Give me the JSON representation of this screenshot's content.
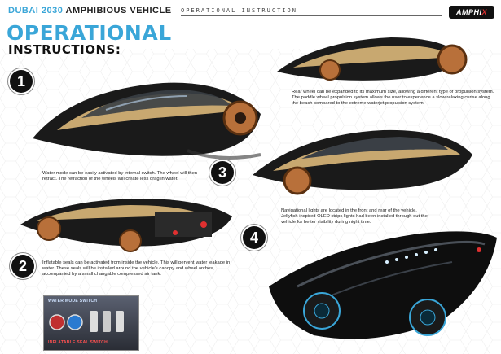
{
  "header": {
    "title_accent": "DUBAI 2030",
    "title_rest": "AMPHIBIOUS VEHICLE",
    "subtitle": "OPERATIONAL INSTRUCTION",
    "logo_main": "AMPHI",
    "logo_x": "X"
  },
  "heading": {
    "line1": "OPERATIONAL",
    "line2": "INSTRUCTIONS:"
  },
  "steps": [
    {
      "number": "1",
      "text": "Water mode can be easily activated by internal switch. The wheel will then retract. The retraction of the wheels will create less drag in water."
    },
    {
      "number": "2",
      "text": "Inflatable seals can be activated from inside the vehicle. This will pervent water leakage in water. These seals will be installed around the vehicle's canopy and wheel arches, accompanied by a small changable compressed air tank."
    },
    {
      "number": "3",
      "text": "Rear wheel can be expanded to its maximum size, allowing a different type of propulsion system. The paddle wheel propulsion system allows the user to experience a slow relaxing curise along the beach compared to the extreme waterjet propulsion system."
    },
    {
      "number": "4",
      "text": "Navigational lights are located in the front and rear of the vehicle. Jellyfish inspired OLED strips lights had been installed through out the vehicle for better visibility during night time."
    }
  ],
  "switch_panel": {
    "label_top": "WATER MODE SWITCH",
    "label_bottom": "INFLATABLE SEAL SWITCH"
  },
  "colors": {
    "accent": "#3aa6d8",
    "body_dark": "#1a1a1a",
    "gold": "#c8a870",
    "wheel": "#b8703a"
  }
}
